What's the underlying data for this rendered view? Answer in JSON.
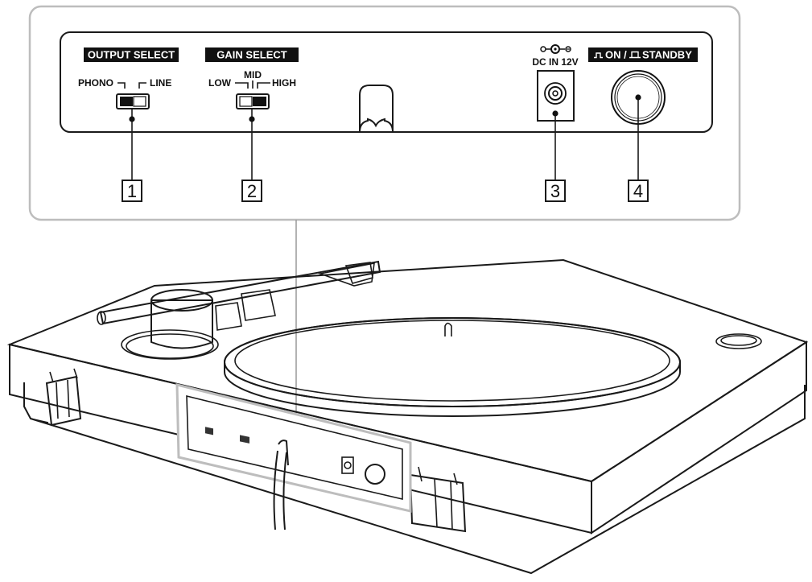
{
  "panel": {
    "output_select": {
      "title": "OUTPUT SELECT",
      "left_option": "PHONO",
      "right_option": "LINE",
      "callout": "1"
    },
    "gain_select": {
      "title": "GAIN SELECT",
      "left_option": "LOW",
      "middle_option": "MID",
      "right_option": "HIGH",
      "callout": "2"
    },
    "dc_in": {
      "label": "DC IN 12V",
      "callout": "3"
    },
    "power": {
      "label_on": "ON /",
      "label_standby": "STANDBY",
      "callout": "4"
    }
  },
  "colors": {
    "ink": "#1a1a1a",
    "tag_background": "#111111",
    "panel_border": "#bdbdbd"
  }
}
